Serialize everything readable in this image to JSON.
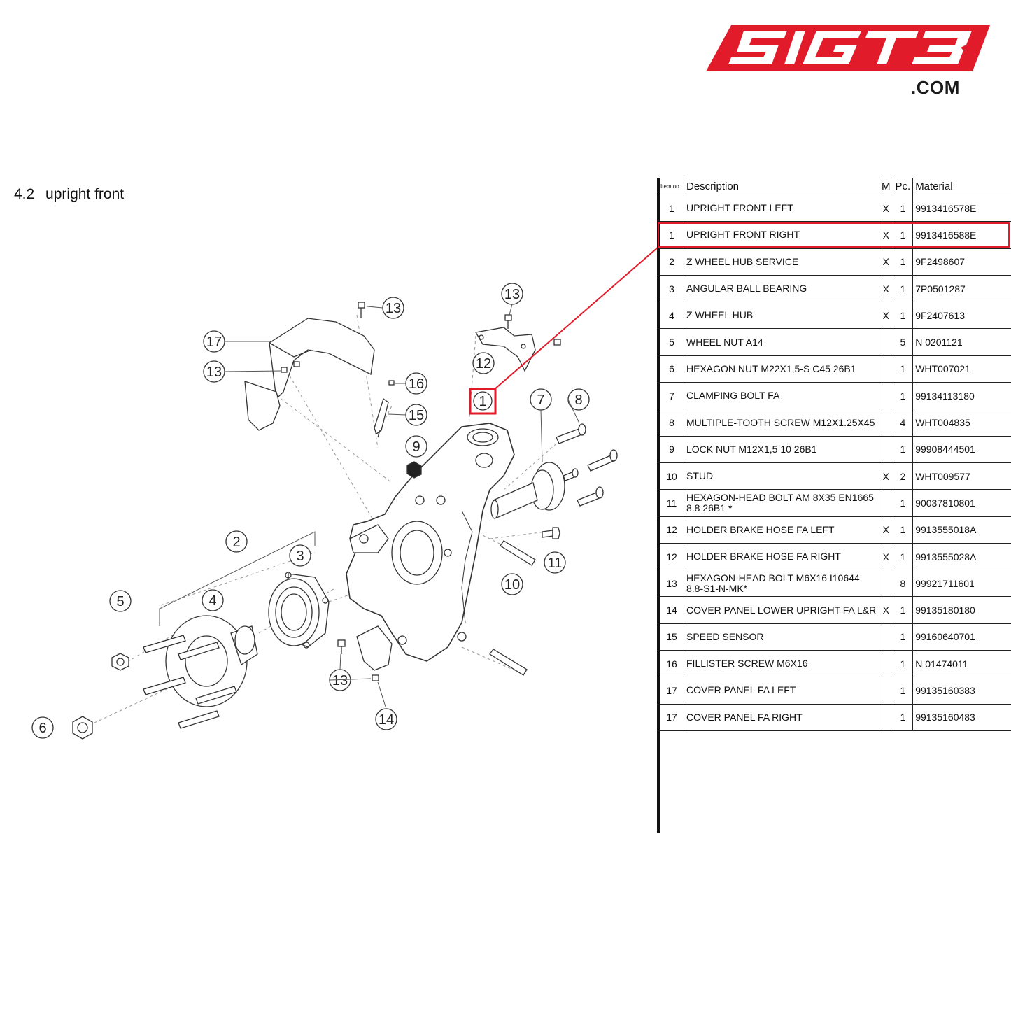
{
  "brand": {
    "logo_text": "SIGTB",
    "suffix": ".COM",
    "color": "#e21b2a"
  },
  "section": {
    "number": "4.2",
    "title": "upright front"
  },
  "table": {
    "headers": {
      "item": "Item no.",
      "description": "Description",
      "m": "M",
      "pc": "Pc.",
      "material": "Material"
    },
    "highlighted_row": 1,
    "rows": [
      {
        "item": "1",
        "description": "UPRIGHT FRONT LEFT",
        "m": "X",
        "pc": "1",
        "material": "9913416578E"
      },
      {
        "item": "1",
        "description": "UPRIGHT FRONT RIGHT",
        "m": "X",
        "pc": "1",
        "material": "9913416588E"
      },
      {
        "item": "2",
        "description": "Z WHEEL HUB SERVICE",
        "m": "X",
        "pc": "1",
        "material": "9F2498607"
      },
      {
        "item": "3",
        "description": "ANGULAR BALL BEARING",
        "m": "X",
        "pc": "1",
        "material": "7P0501287"
      },
      {
        "item": "4",
        "description": "Z WHEEL HUB",
        "m": "X",
        "pc": "1",
        "material": "9F2407613"
      },
      {
        "item": "5",
        "description": "WHEEL NUT A14",
        "m": "",
        "pc": "5",
        "material": "N 0201121"
      },
      {
        "item": "6",
        "description": "HEXAGON NUT M22X1,5-S C45 26B1",
        "m": "",
        "pc": "1",
        "material": "WHT007021"
      },
      {
        "item": "7",
        "description": "CLAMPING BOLT FA",
        "m": "",
        "pc": "1",
        "material": "99134113180"
      },
      {
        "item": "8",
        "description": "MULTIPLE-TOOTH SCREW M12X1.25X45",
        "m": "",
        "pc": "4",
        "material": "WHT004835"
      },
      {
        "item": "9",
        "description": "LOCK NUT M12X1,5 10 26B1",
        "m": "",
        "pc": "1",
        "material": "99908444501"
      },
      {
        "item": "10",
        "description": "STUD",
        "m": "X",
        "pc": "2",
        "material": "WHT009577"
      },
      {
        "item": "11",
        "description": "HEXAGON-HEAD BOLT AM 8X35 EN1665 8.8 26B1 *",
        "m": "",
        "pc": "1",
        "material": "90037810801"
      },
      {
        "item": "12",
        "description": "HOLDER BRAKE HOSE FA LEFT",
        "m": "X",
        "pc": "1",
        "material": "9913555018A"
      },
      {
        "item": "12",
        "description": "HOLDER BRAKE HOSE FA RIGHT",
        "m": "X",
        "pc": "1",
        "material": "9913555028A"
      },
      {
        "item": "13",
        "description": "HEXAGON-HEAD BOLT M6X16 I10644 8.8-S1-N-MK*",
        "m": "",
        "pc": "8",
        "material": "99921711601"
      },
      {
        "item": "14",
        "description": "COVER PANEL LOWER UPRIGHT FA L&R",
        "m": "X",
        "pc": "1",
        "material": "99135180180"
      },
      {
        "item": "15",
        "description": "SPEED SENSOR",
        "m": "",
        "pc": "1",
        "material": "99160640701"
      },
      {
        "item": "16",
        "description": "FILLISTER SCREW M6X16",
        "m": "",
        "pc": "1",
        "material": "N 01474011"
      },
      {
        "item": "17",
        "description": "COVER PANEL FA LEFT",
        "m": "",
        "pc": "1",
        "material": "99135160383"
      },
      {
        "item": "17",
        "description": "COVER PANEL FA RIGHT",
        "m": "",
        "pc": "1",
        "material": "99135160483"
      }
    ]
  },
  "diagram": {
    "callouts": [
      "1",
      "2",
      "3",
      "4",
      "5",
      "6",
      "7",
      "8",
      "9",
      "10",
      "11",
      "12",
      "13",
      "13",
      "13",
      "13",
      "14",
      "15",
      "16",
      "17"
    ],
    "highlighted_callout": "1",
    "highlight_color": "#e21b2a"
  }
}
